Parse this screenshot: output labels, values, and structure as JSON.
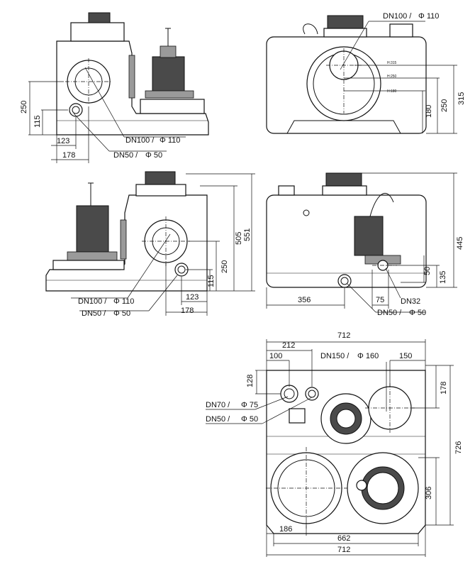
{
  "view_front_left": {
    "dim_250": "250",
    "dim_115": "115",
    "dim_123": "123",
    "dim_178": "178",
    "callout_dn100": "DN100 /",
    "callout_dn100_phi": "Φ 110",
    "callout_dn50": "DN50 /",
    "callout_dn50_phi": "Φ 50"
  },
  "view_side_right": {
    "dim_315": "315",
    "dim_250": "250",
    "dim_180": "180",
    "callout_dn100": "DN100 /",
    "callout_dn100_phi": "Φ 110",
    "scale_marks": [
      "H:315",
      "H:250",
      "H:180"
    ]
  },
  "view_front_mirror": {
    "dim_551": "551",
    "dim_505": "505",
    "dim_250": "250",
    "dim_115": "115",
    "dim_123": "123",
    "dim_178": "178",
    "callout_dn100": "DN100 /",
    "callout_dn100_phi": "Φ 110",
    "callout_dn50": "DN50 /",
    "callout_dn50_phi": "Φ 50"
  },
  "view_side_pump": {
    "dim_445": "445",
    "dim_135": "135",
    "dim_50": "50",
    "dim_356": "356",
    "dim_75": "75",
    "callout_dn32": "DN32",
    "callout_dn50": "DN50 /",
    "callout_dn50_phi": "Φ 50"
  },
  "view_top": {
    "dim_712_top": "712",
    "dim_212": "212",
    "dim_100": "100",
    "dim_150": "150",
    "dim_128": "128",
    "dim_178": "178",
    "dim_726": "726",
    "dim_306": "306",
    "dim_186": "186",
    "dim_662": "662",
    "dim_712_bottom": "712",
    "callout_dn150": "DN150 /",
    "callout_dn150_phi": "Φ 160",
    "callout_dn70": "DN70 /",
    "callout_dn70_phi": "Φ 75",
    "callout_dn50": "DN50 /",
    "callout_dn50_phi": "Φ 50"
  }
}
